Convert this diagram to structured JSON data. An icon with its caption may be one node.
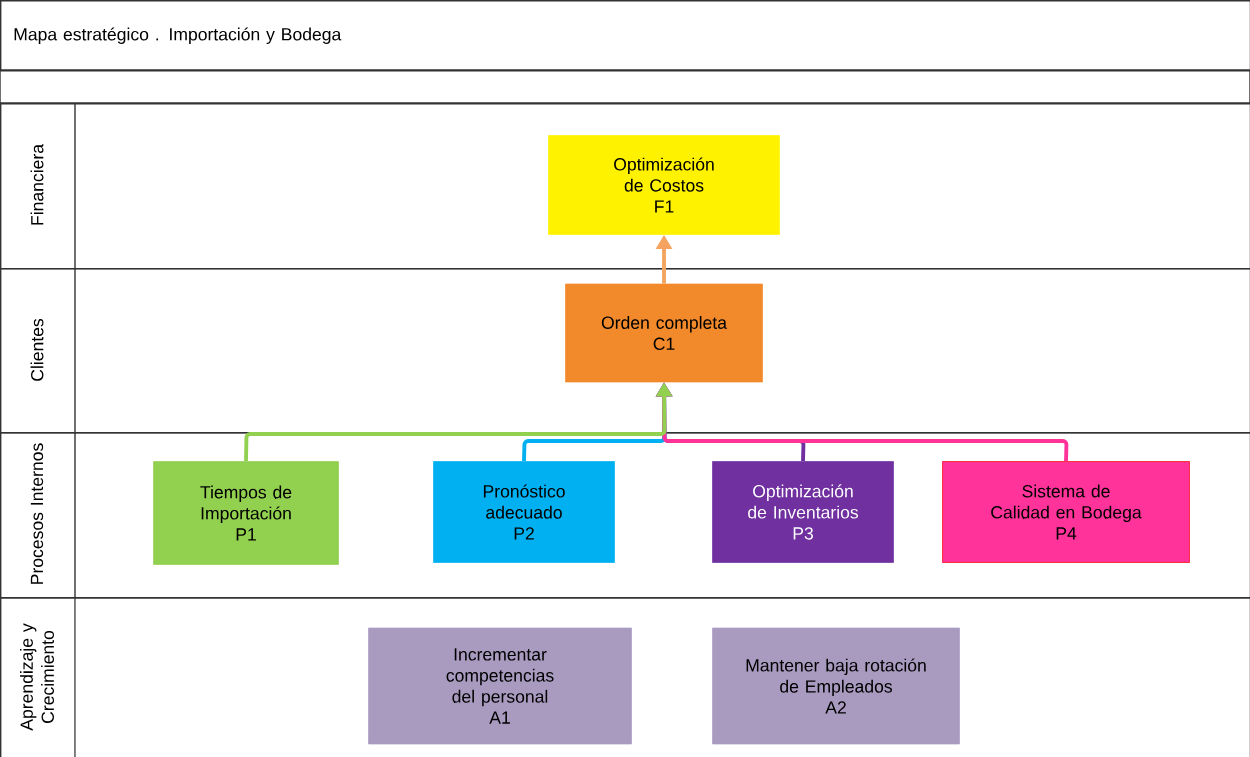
{
  "diagram": {
    "title": "Mapa estratégico . Importación y Bodega",
    "nodes": [
      {
        "text": [
          "Financiera"
        ]
      },
      {
        "text": [
          "Clientes"
        ]
      },
      {
        "text": [
          "Procesos Internos"
        ]
      },
      {
        "text": [
          "Aprendizaje y Crecimiento"
        ]
      },
      {
        "text": [
          "Optimización de Costos",
          "F1"
        ],
        "in": 0
      },
      {
        "text": [
          "Orden completa",
          "C1"
        ],
        "in": 1
      },
      {
        "text": [
          "Tiempos de Importación",
          "P1"
        ],
        "in": 2
      },
      {
        "text": [
          "Pronóstico adecuado",
          "P2"
        ],
        "in": 2
      },
      {
        "text": [
          "Optimización de Inventarios",
          "P3"
        ],
        "in": 2
      },
      {
        "text": [
          "Sistema de Calidad en Bodega",
          "P4"
        ],
        "in": 2
      },
      {
        "text": [
          "Incrementar competencias del personal",
          "A1"
        ],
        "in": 3
      },
      {
        "text": [
          "Mantener baja rotación de Empleados",
          "A2"
        ],
        "in": 3
      }
    ],
    "edges": [
      {
        "from": 5,
        "to": 4,
        "arrow": "to",
        "color": "#f4a460"
      },
      {
        "from": 7,
        "to": 5,
        "arrow": "to",
        "color": "#00b0f0"
      },
      {
        "from": 8,
        "to": 5,
        "arrow": "to",
        "color": "#7030a0"
      },
      {
        "from": 9,
        "to": 5,
        "arrow": "to",
        "color": "#ff3399"
      },
      {
        "from": 6,
        "to": 5,
        "arrow": "to",
        "color": "#92d050"
      }
    ]
  }
}
